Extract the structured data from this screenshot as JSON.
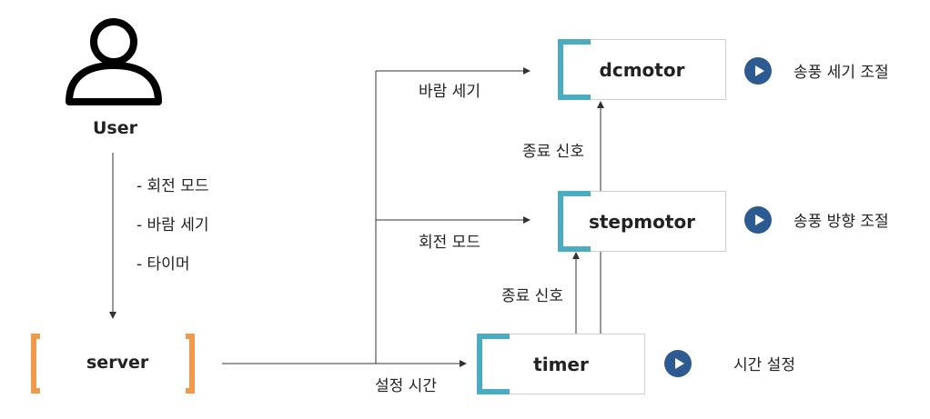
{
  "user": {
    "label": "User"
  },
  "user_inputs": [
    "- 회전 모드",
    "- 바람 세기",
    "- 타이머"
  ],
  "server": {
    "label": "server"
  },
  "nodes": {
    "dcmotor": {
      "label": "dcmotor",
      "desc": "송풍 세기 조절"
    },
    "stepmotor": {
      "label": "stepmotor",
      "desc": "송풍 방향 조절"
    },
    "timer": {
      "label": "timer",
      "desc": "시간 설정"
    }
  },
  "edges": {
    "wind_strength": "바람 세기",
    "rotation_mode": "회전 모드",
    "set_time": "설정 시간",
    "end_signal_dc": "종료 신호",
    "end_signal_step": "종료 신호"
  },
  "colors": {
    "accent": "#4aabc1",
    "server_bracket": "#f0994a",
    "play_button": "#2c5a91"
  }
}
